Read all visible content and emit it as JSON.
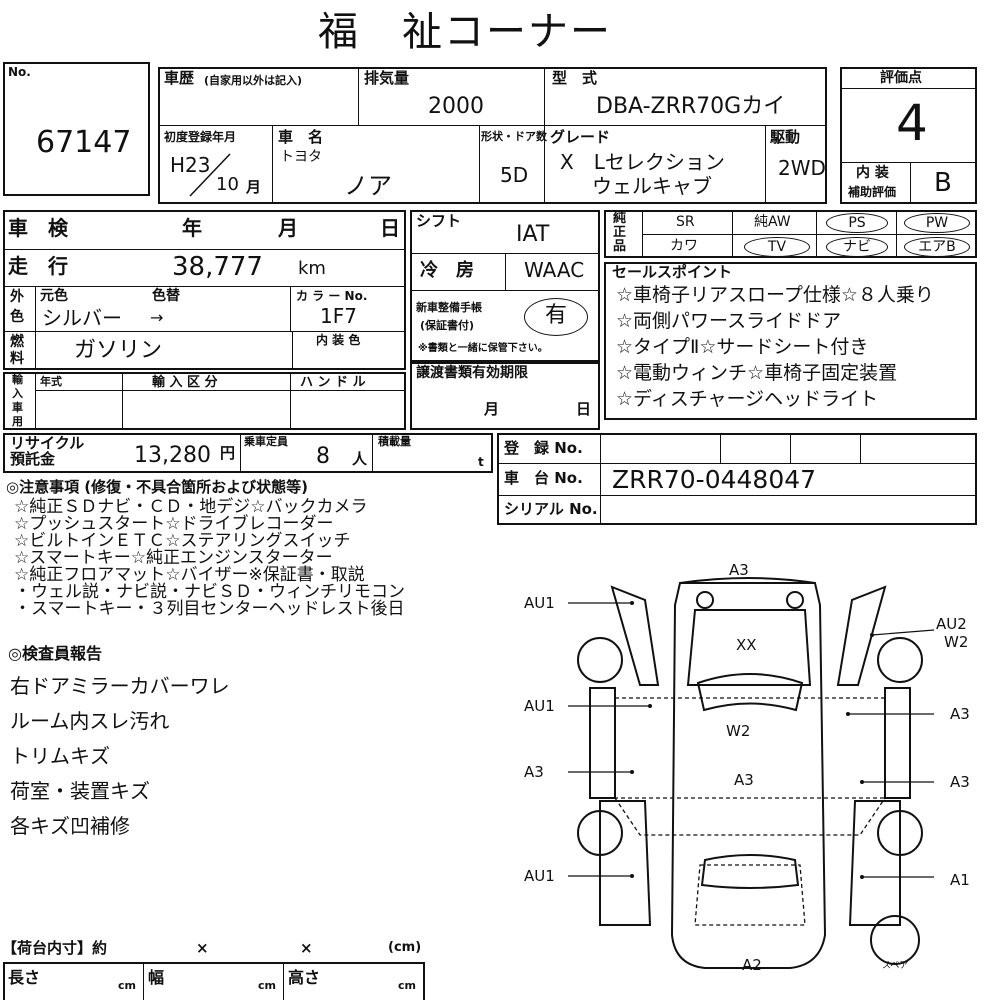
{
  "title": "福　祉コーナー",
  "lot": {
    "label": "No.",
    "number": "67147"
  },
  "history": {
    "label": "車歴",
    "note": "(自家用以外は記入)"
  },
  "displacement": {
    "label": "排気量",
    "value": "2000"
  },
  "model": {
    "label": "型　式",
    "value": "DBA-ZRR70Gカイ"
  },
  "score": {
    "label": "評価点",
    "value": "4",
    "interior_label_1": "内 装",
    "interior_label_2": "補助評価",
    "interior_value": "B"
  },
  "first_reg": {
    "label": "初度登録年月",
    "era": "H23",
    "month": "10",
    "month_unit": "月"
  },
  "car_name": {
    "label": "車　名",
    "maker": "トヨタ",
    "name": "ノア"
  },
  "doors": {
    "label": "形状・ドア数",
    "value": "5D"
  },
  "grade": {
    "label": "グレード",
    "line1": "X　Lセレクション",
    "line2": "ウェルキャブ"
  },
  "drive": {
    "label": "駆動",
    "value": "2WD"
  },
  "inspection": {
    "label": "車　検",
    "year": "年",
    "month": "月",
    "day": "日"
  },
  "shift": {
    "label": "シフト",
    "value": "IAT"
  },
  "equipment": {
    "label1": "純",
    "label2": "正",
    "label3": "品",
    "sr": "SR",
    "alu": "純AW",
    "ps": "PS",
    "pw": "PW",
    "leather": "カワ",
    "tv": "TV",
    "navi": "ナビ",
    "ac": "エアB"
  },
  "mileage": {
    "label": "走　行",
    "value": "38,777",
    "unit": "km"
  },
  "aircon": {
    "label": "冷　房",
    "value": "WAAC"
  },
  "color": {
    "side1": "外",
    "side2": "色",
    "orig_label": "元色",
    "change_label": "色替",
    "code_label": "カ ラ ー No.",
    "value": "シルバー",
    "arrow": "→",
    "code": "1F7"
  },
  "maintenance": {
    "label1": "新車整備手帳",
    "label2": "(保証書付)",
    "value": "有",
    "note": "※書類と一緒に保管下さい。"
  },
  "fuel": {
    "side1": "燃",
    "side2": "料",
    "value": "ガソリン",
    "interior_color_label": "内 装 色"
  },
  "sales_points": {
    "label": "セールスポイント",
    "lines": [
      "☆車椅子リアスロープ仕様☆８人乗り",
      "☆両側パワースライドドア",
      "☆タイプⅡ☆サードシート付き",
      "☆電動ウィンチ☆車椅子固定装置",
      "☆ディスチャージヘッドライト"
    ]
  },
  "import": {
    "side": [
      "輸",
      "入",
      "車",
      "用"
    ],
    "year_label": "年式",
    "class_label": "輸 入 区 分",
    "handle_label": "ハ ン ド ル"
  },
  "transfer": {
    "label": "譲渡書類有効期限",
    "month": "月",
    "day": "日"
  },
  "recycle": {
    "label1": "リサイクル",
    "label2": "預託金",
    "value": "13,280",
    "unit": "円"
  },
  "capacity": {
    "label": "乗車定員",
    "value": "8",
    "unit": "人"
  },
  "load": {
    "label": "積載量",
    "unit": "t"
  },
  "registration": {
    "reg_label": "登　録 No.",
    "chassis_label": "車　台 No.",
    "chassis_value": "ZRR70-0448047",
    "serial_label": "シリアル No."
  },
  "notes": {
    "label": "◎注意事項 (修復・不具合箇所および状態等)",
    "lines": [
      "☆純正ＳＤナビ・ＣＤ・地デジ☆バックカメラ",
      "☆プッシュスタート☆ドライブレコーダー",
      "☆ビルトインＥＴＣ☆ステアリングスイッチ",
      "☆スマートキー☆純正エンジンスターター",
      "☆純正フロアマット☆バイザー※保証書・取説",
      "・ウェル説・ナビ説・ナビＳＤ・ウィンチリモコン",
      "・スマートキー・３列目センターヘッドレスト後日"
    ]
  },
  "inspector": {
    "label": "◎検査員報告",
    "lines": [
      "右ドアミラーカバーワレ",
      "ルーム内スレ汚れ",
      "トリムキズ",
      "荷室・装置キズ",
      "各キズ凹補修"
    ]
  },
  "cargo": {
    "label": "【荷台内寸】約",
    "x1": "×",
    "x2": "×",
    "unit": "(cm)",
    "length": "長さ",
    "width": "幅",
    "height": "高さ",
    "cm": "cm"
  },
  "diagram": {
    "top": "A3",
    "bottom": "A2",
    "left1": "AU1",
    "left2": "AU1",
    "left3": "A3",
    "left4": "AU1",
    "right1a": "AU2",
    "right1b": "W2",
    "right2": "A3",
    "right3": "A3",
    "right4": "A1",
    "hood": "XX",
    "roof": "W2",
    "rear": "A3",
    "spare": "スペア"
  }
}
